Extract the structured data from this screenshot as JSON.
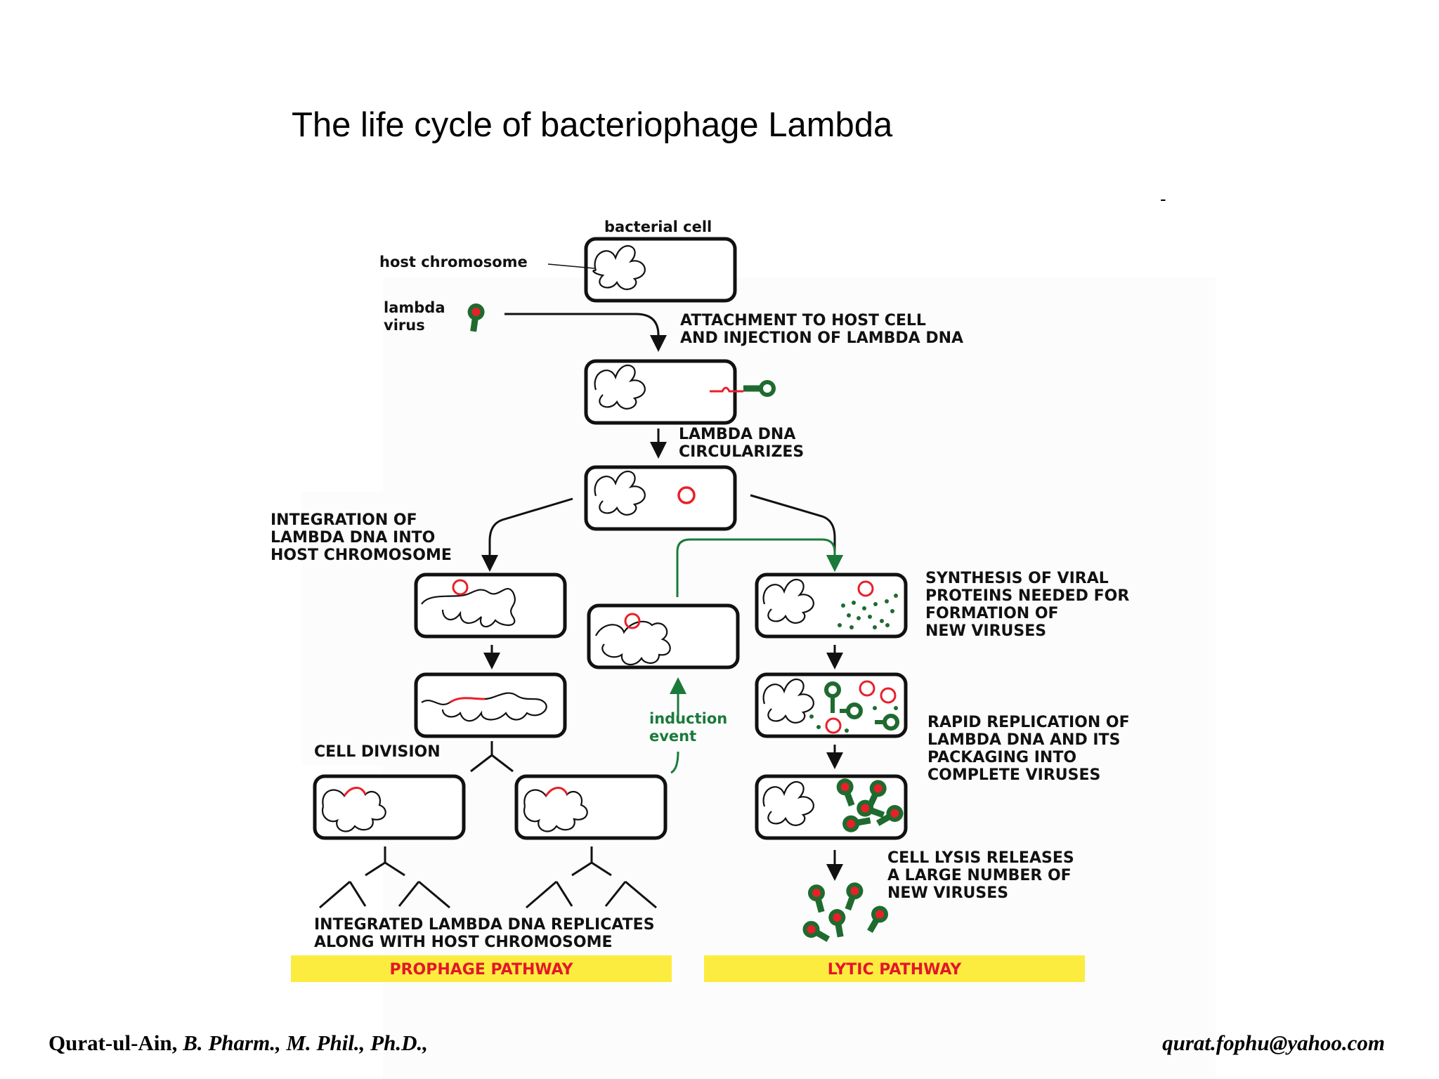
{
  "slide": {
    "title": "The life cycle of bacteriophage Lambda",
    "dash": "-"
  },
  "diagram": {
    "bacterial_cell": "bacterial cell",
    "host_chromosome": "host chromosome",
    "lambda_virus_1": "lambda",
    "lambda_virus_2": "virus",
    "attachment_1": "ATTACHMENT TO HOST CELL",
    "attachment_2": "AND INJECTION OF LAMBDA DNA",
    "circularizes_1": "LAMBDA DNA",
    "circularizes_2": "CIRCULARIZES",
    "integration_1": "INTEGRATION OF",
    "integration_2": "LAMBDA DNA INTO",
    "integration_3": "HOST CHROMOSOME",
    "synthesis_1": "SYNTHESIS OF VIRAL",
    "synthesis_2": "PROTEINS NEEDED FOR",
    "synthesis_3": "FORMATION OF",
    "synthesis_4": "NEW VIRUSES",
    "induction_1": "induction",
    "induction_2": "event",
    "cell_division": "CELL DIVISION",
    "rapid_1": "RAPID REPLICATION OF",
    "rapid_2": "LAMBDA DNA AND ITS",
    "rapid_3": "PACKAGING INTO",
    "rapid_4": "COMPLETE VIRUSES",
    "lysis_1": "CELL LYSIS RELEASES",
    "lysis_2": "A LARGE NUMBER OF",
    "lysis_3": "NEW VIRUSES",
    "integrated_1": "INTEGRATED LAMBDA DNA REPLICATES",
    "integrated_2": "ALONG WITH HOST CHROMOSOME",
    "prophage_pathway": "PROPHAGE PATHWAY",
    "lytic_pathway": "LYTIC PATHWAY"
  },
  "footer": {
    "author": "Qurat-ul-Ain,",
    "credentials": "B. Pharm., M. Phil., Ph.D.,",
    "email": "qurat.fophu@yahoo.com"
  },
  "colors": {
    "dna_red": "#e8202a",
    "phage_green": "#1f6b2f",
    "induction_green": "#1a7a3a",
    "pathway_yellow": "#fcec40",
    "pathway_text": "#e4162a",
    "cell_outline": "#111111"
  }
}
